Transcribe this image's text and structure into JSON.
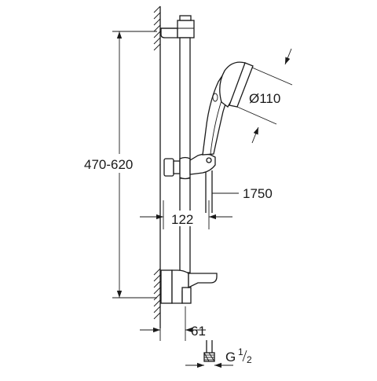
{
  "dimensions": {
    "height_range": "470-620",
    "head_diameter": "Ø110",
    "hose_length": "1750",
    "bar_projection": "122",
    "wall_offset": "61",
    "connection_thread_prefix": "G",
    "connection_thread_num": "1",
    "connection_thread_den": "2"
  },
  "icons": {
    "hatch": "wall-hatch-icon",
    "arrow": "dimension-arrow-icon"
  },
  "colors": {
    "line": "#1a1a1a",
    "background": "#ffffff"
  }
}
